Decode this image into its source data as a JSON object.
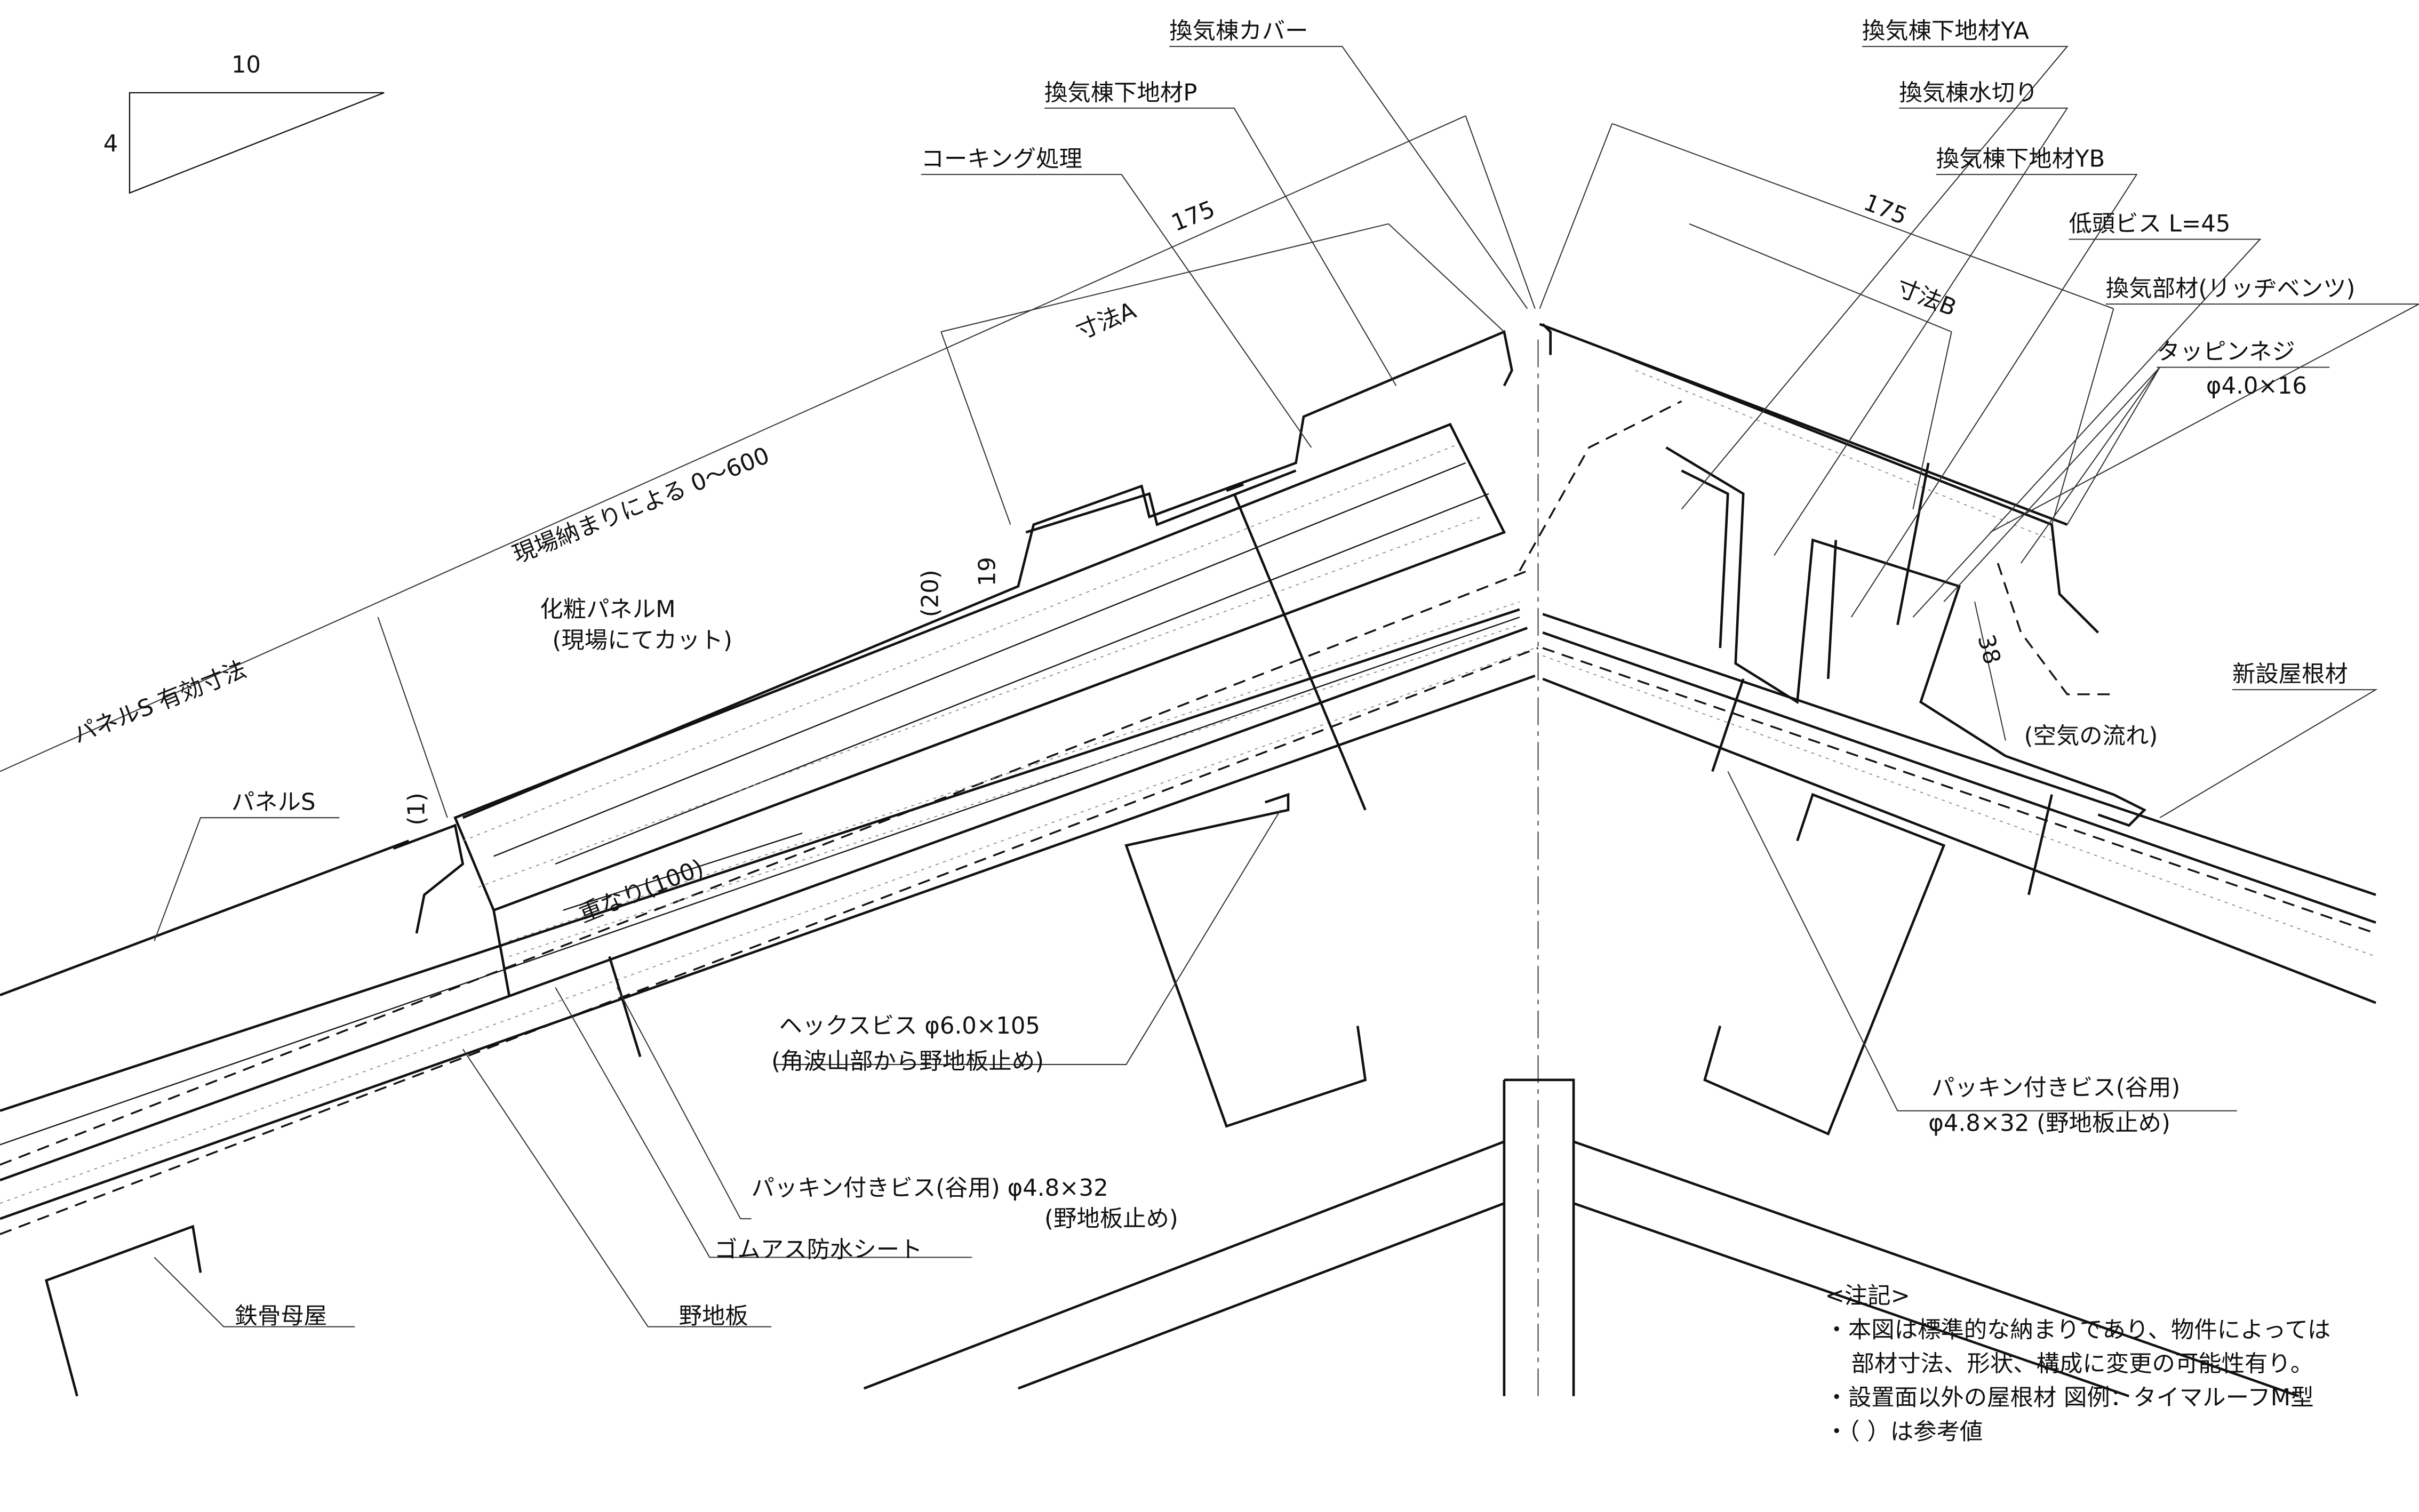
{
  "slope": {
    "run": "10",
    "rise": "4"
  },
  "labels": {
    "cover": "換気棟カバー",
    "base_p": "換気棟下地材P",
    "caulking": "コーキング処理",
    "base_ya": "換気棟下地材YA",
    "flashing": "換気棟水切り",
    "base_yb": "換気棟下地材YB",
    "low_head_screw": "低頭ビス  L=45",
    "vent_member": "換気部材(リッヂベンツ)",
    "tapping_screw": "タッピンネジ",
    "tapping_screw_size": "φ4.0×16",
    "new_roof": "新設屋根材",
    "airflow": "(空気の流れ)",
    "panel_m": "化粧パネルM",
    "panel_m_note": "(現場にてカット)",
    "panel_s": "パネルS",
    "hex_screw": "ヘックスビス  φ6.0×105",
    "hex_screw_note": "(角波山部から野地板止め)",
    "packing_screw_left": "パッキン付きビス(谷用)  φ4.8×32",
    "packing_screw_left_note": "(野地板止め)",
    "waterproof_sheet": "ゴムアス防水シート",
    "purlin": "鉄骨母屋",
    "sheathing": "野地板",
    "packing_screw_right": "パッキン付きビス(谷用)",
    "packing_screw_right_note": "φ4.8×32 (野地板止め)"
  },
  "dimensions": {
    "left_175": "175",
    "dim_a": "寸法A",
    "site_fit": "現場納まりによる  0〜600",
    "panel_s_effective": "パネルS  有効寸法",
    "d20": "(20)",
    "d19": "19",
    "d1": "(1)",
    "overlap": "重なり(100)",
    "right_175": "175",
    "dim_b": "寸法B",
    "d38": "38"
  },
  "notes": {
    "title": "<注記>",
    "items": [
      "・本図は標準的な納まりであり、物件によっては",
      "部材寸法、形状、構成に変更の可能性有り。",
      "・設置面以外の屋根材  図例：タイマルーフM型",
      "・（      ）は参考値"
    ]
  }
}
